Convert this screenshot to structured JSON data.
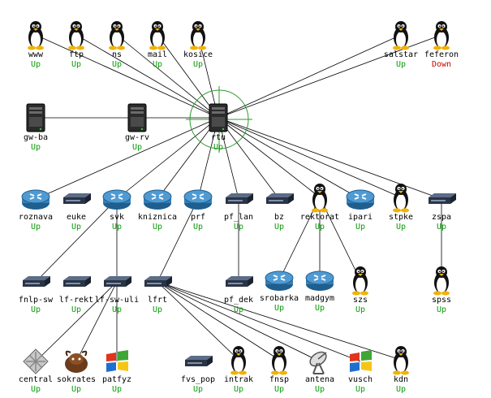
{
  "colors": {
    "up": "#0a9a0a",
    "down": "#d00000",
    "link": "#000000",
    "focus": "#2f9a2f"
  },
  "nodes": {
    "www": {
      "name": "www",
      "status": "Up",
      "icon": "linux-penguin-icon"
    },
    "ftp": {
      "name": "ftp",
      "status": "Up",
      "icon": "linux-penguin-icon"
    },
    "ns": {
      "name": "ns",
      "status": "Up",
      "icon": "linux-penguin-icon"
    },
    "mail": {
      "name": "mail",
      "status": "Up",
      "icon": "linux-penguin-icon"
    },
    "kosice": {
      "name": "kosice",
      "status": "Up",
      "icon": "linux-penguin-icon"
    },
    "salstar": {
      "name": "salstar",
      "status": "Up",
      "icon": "linux-penguin-icon"
    },
    "feferon": {
      "name": "feferon",
      "status": "Down",
      "icon": "linux-penguin-icon"
    },
    "gw_ba": {
      "name": "gw-ba",
      "status": "Up",
      "icon": "server-icon"
    },
    "gw_rv": {
      "name": "gw-rv",
      "status": "Up",
      "icon": "server-icon"
    },
    "rtu": {
      "name": "rtu",
      "status": "Up",
      "icon": "server-icon"
    },
    "roznava": {
      "name": "roznava",
      "status": "Up",
      "icon": "router-icon"
    },
    "euke": {
      "name": "euke",
      "status": "Up",
      "icon": "switch-icon"
    },
    "svk": {
      "name": "svk",
      "status": "Up",
      "icon": "router-icon"
    },
    "kniznica": {
      "name": "kniznica",
      "status": "Up",
      "icon": "router-icon"
    },
    "prf": {
      "name": "prf",
      "status": "Up",
      "icon": "router-icon"
    },
    "pf_lan": {
      "name": "pf_lan",
      "status": "Up",
      "icon": "switch-icon"
    },
    "bz": {
      "name": "bz",
      "status": "Up",
      "icon": "switch-icon"
    },
    "rektorat": {
      "name": "rektorat",
      "status": "Up",
      "icon": "linux-penguin-icon"
    },
    "ipari": {
      "name": "ipari",
      "status": "Up",
      "icon": "router-icon"
    },
    "stpke": {
      "name": "stpke",
      "status": "Up",
      "icon": "linux-penguin-icon"
    },
    "zspa": {
      "name": "zspa",
      "status": "Up",
      "icon": "switch-icon"
    },
    "fnlp_sw": {
      "name": "fnlp-sw",
      "status": "Up",
      "icon": "switch-icon"
    },
    "lf_rekt": {
      "name": "lf-rekt",
      "status": "Up",
      "icon": "switch-icon"
    },
    "lf_sw_uli": {
      "name": "lf-sw-uli",
      "status": "Up",
      "icon": "switch-icon"
    },
    "lfrt": {
      "name": "lfrt",
      "status": "Up",
      "icon": "switch-icon"
    },
    "pf_dek": {
      "name": "pf_dek",
      "status": "Up",
      "icon": "switch-icon"
    },
    "srobarka": {
      "name": "srobarka",
      "status": "Up",
      "icon": "router-icon"
    },
    "madgym": {
      "name": "madgym",
      "status": "Up",
      "icon": "router-icon"
    },
    "szs": {
      "name": "szs",
      "status": "Up",
      "icon": "linux-penguin-icon"
    },
    "spss": {
      "name": "spss",
      "status": "Up",
      "icon": "linux-penguin-icon"
    },
    "central": {
      "name": "central",
      "status": "Up",
      "icon": "grid-icon"
    },
    "sokrates": {
      "name": "sokrates",
      "status": "Up",
      "icon": "gnu-icon"
    },
    "patfyz": {
      "name": "patfyz",
      "status": "Up",
      "icon": "windows-icon"
    },
    "fvs_pop": {
      "name": "fvs_pop",
      "status": "Up",
      "icon": "switch-icon"
    },
    "intrak": {
      "name": "intrak",
      "status": "Up",
      "icon": "linux-penguin-icon"
    },
    "fnsp": {
      "name": "fnsp",
      "status": "Up",
      "icon": "linux-penguin-icon"
    },
    "antena": {
      "name": "antena",
      "status": "Up",
      "icon": "satellite-dish-icon"
    },
    "vusch": {
      "name": "vusch",
      "status": "Up",
      "icon": "windows-icon"
    },
    "kdn": {
      "name": "kdn",
      "status": "Up",
      "icon": "linux-penguin-icon"
    }
  },
  "links": [
    [
      "rtu",
      "www"
    ],
    [
      "rtu",
      "ftp"
    ],
    [
      "rtu",
      "ns"
    ],
    [
      "rtu",
      "mail"
    ],
    [
      "rtu",
      "kosice"
    ],
    [
      "rtu",
      "salstar"
    ],
    [
      "rtu",
      "feferon"
    ],
    [
      "gw_ba",
      "gw_rv"
    ],
    [
      "gw_rv",
      "rtu"
    ],
    [
      "rtu",
      "roznava"
    ],
    [
      "rtu",
      "svk"
    ],
    [
      "rtu",
      "kniznica"
    ],
    [
      "rtu",
      "prf"
    ],
    [
      "rtu",
      "pf_lan"
    ],
    [
      "rtu",
      "bz"
    ],
    [
      "rtu",
      "rektorat"
    ],
    [
      "rtu",
      "ipari"
    ],
    [
      "rtu",
      "stpke"
    ],
    [
      "rtu",
      "zspa"
    ],
    [
      "svk",
      "fnlp_sw"
    ],
    [
      "svk",
      "lf_sw_uli"
    ],
    [
      "prf",
      "lfrt"
    ],
    [
      "pf_lan",
      "pf_dek"
    ],
    [
      "rektorat",
      "srobarka"
    ],
    [
      "rektorat",
      "madgym"
    ],
    [
      "rektorat",
      "szs"
    ],
    [
      "zspa",
      "spss"
    ],
    [
      "lf_sw_uli",
      "central"
    ],
    [
      "lf_sw_uli",
      "sokrates"
    ],
    [
      "lf_sw_uli",
      "patfyz"
    ],
    [
      "lfrt",
      "intrak"
    ],
    [
      "lfrt",
      "fnsp"
    ],
    [
      "lfrt",
      "antena"
    ],
    [
      "lfrt",
      "vusch"
    ],
    [
      "lfrt",
      "kdn"
    ]
  ]
}
